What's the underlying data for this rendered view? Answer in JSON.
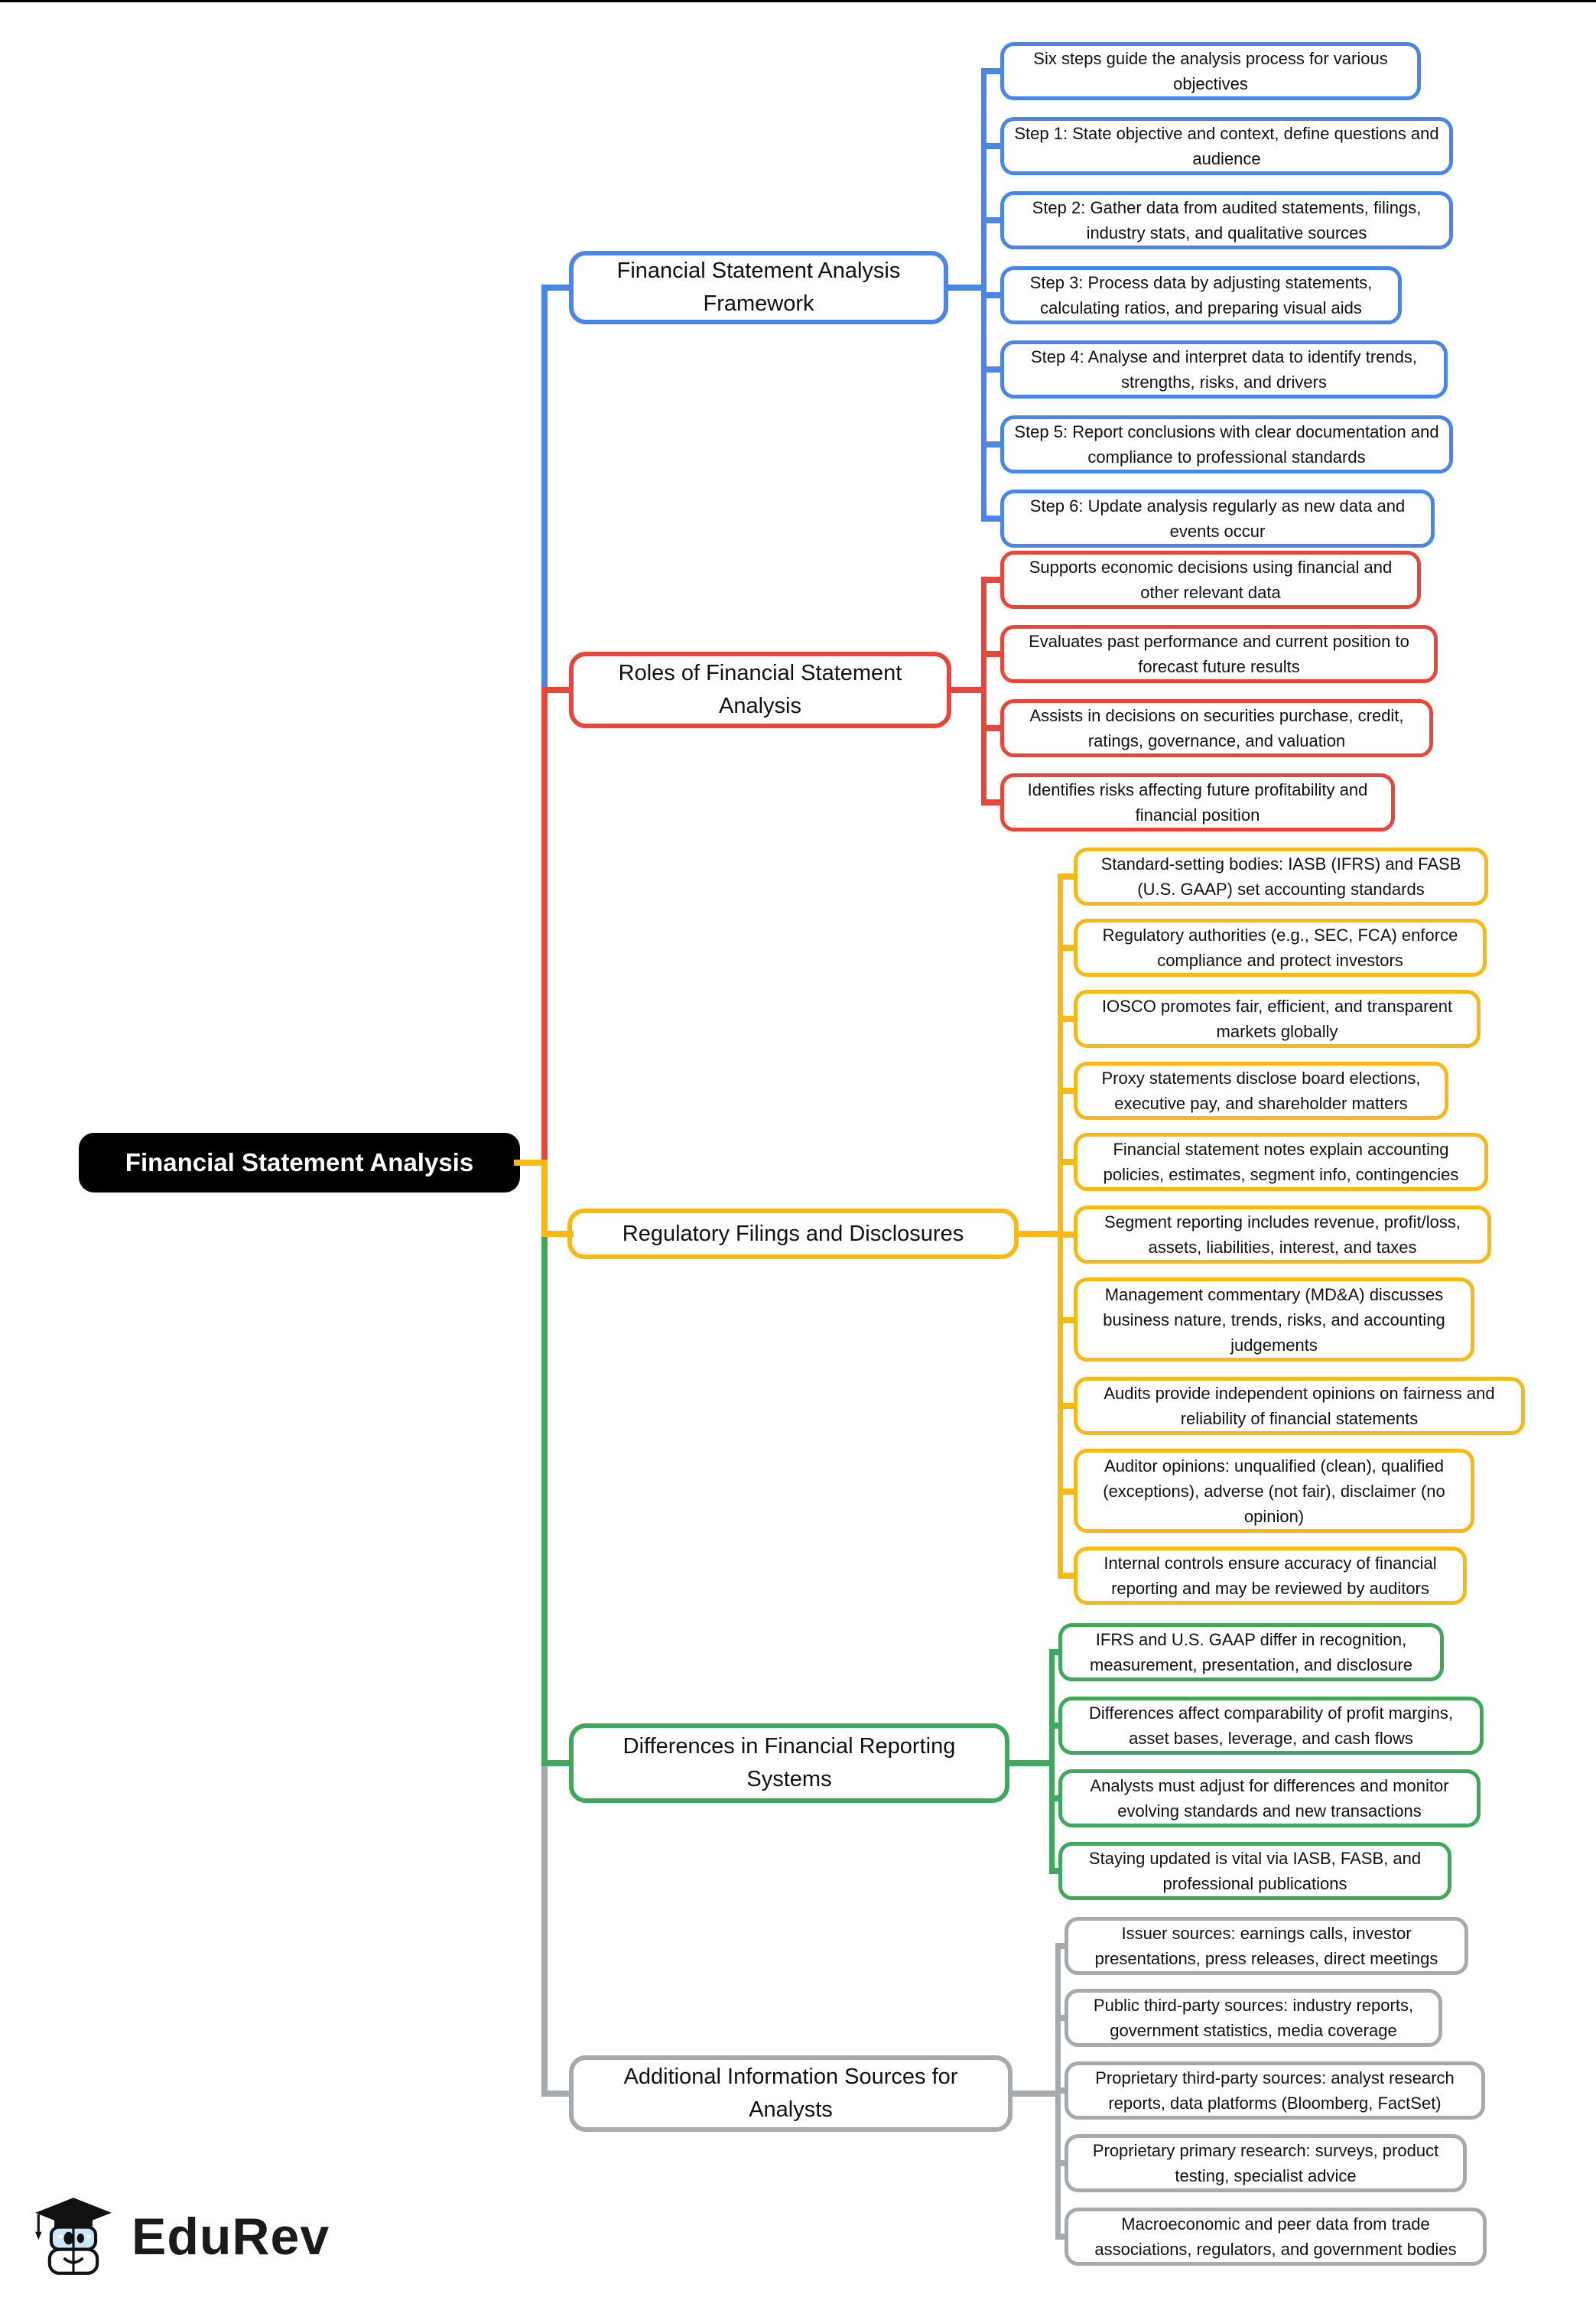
{
  "central": {
    "label": "Financial Statement Analysis"
  },
  "logo": {
    "text": "EduRev"
  },
  "colors": {
    "blue": "#4A86E8",
    "red": "#E8463A",
    "yellow": "#F9B914",
    "green": "#3FA85C",
    "gray": "#A5AAAF",
    "central_bg": "#000000",
    "central_text": "#FFFFFF"
  },
  "branches": [
    {
      "label": "Financial Statement Analysis Framework",
      "color": "blue",
      "leaves": [
        "Six steps guide the analysis process for various objectives",
        "Step 1: State objective and context, define questions and audience",
        "Step 2: Gather data from audited statements, filings, industry stats, and qualitative sources",
        "Step 3: Process data by adjusting statements, calculating ratios, and preparing visual aids",
        "Step 4: Analyse and interpret data to identify trends, strengths, risks, and drivers",
        "Step 5: Report conclusions with clear documentation and compliance to professional standards",
        "Step 6: Update analysis regularly as new data and events occur"
      ]
    },
    {
      "label": "Roles of Financial Statement Analysis",
      "color": "red",
      "leaves": [
        "Supports economic decisions using financial and other relevant data",
        "Evaluates past performance and current position to forecast future results",
        "Assists in decisions on securities purchase, credit, ratings, governance, and valuation",
        "Identifies risks affecting future profitability and financial position"
      ]
    },
    {
      "label": "Regulatory Filings and Disclosures",
      "color": "yellow",
      "leaves": [
        "Standard-setting bodies: IASB (IFRS) and FASB (U.S. GAAP) set accounting standards",
        "Regulatory authorities (e.g., SEC, FCA) enforce compliance and protect investors",
        "IOSCO promotes fair, efficient, and transparent markets globally",
        "Proxy statements disclose board elections, executive pay, and shareholder matters",
        "Financial statement notes explain accounting policies, estimates, segment info, contingencies",
        "Segment reporting includes revenue, profit/loss, assets, liabilities, interest, and taxes",
        "Management commentary (MD&A) discusses business nature, trends, risks, and accounting judgements",
        "Audits provide independent opinions on fairness and reliability of financial statements",
        "Auditor opinions: unqualified (clean), qualified (exceptions), adverse (not fair), disclaimer (no opinion)",
        "Internal controls ensure accuracy of financial reporting and may be reviewed by auditors"
      ]
    },
    {
      "label": "Differences in Financial Reporting Systems",
      "color": "green",
      "leaves": [
        "IFRS and U.S. GAAP differ in recognition, measurement, presentation, and disclosure",
        "Differences affect comparability of profit margins, asset bases, leverage, and cash flows",
        "Analysts must adjust for differences and monitor evolving standards and new transactions",
        "Staying updated is vital via IASB, FASB, and professional publications"
      ]
    },
    {
      "label": "Additional Information Sources for Analysts",
      "color": "gray",
      "leaves": [
        "Issuer sources: earnings calls, investor presentations, press releases, direct meetings",
        "Public third-party sources: industry reports, government statistics, media coverage",
        "Proprietary third-party sources: analyst research reports, data platforms (Bloomberg, FactSet)",
        "Proprietary primary research: surveys, product testing, specialist advice",
        "Macroeconomic and peer data from trade associations, regulators, and government bodies"
      ]
    }
  ]
}
